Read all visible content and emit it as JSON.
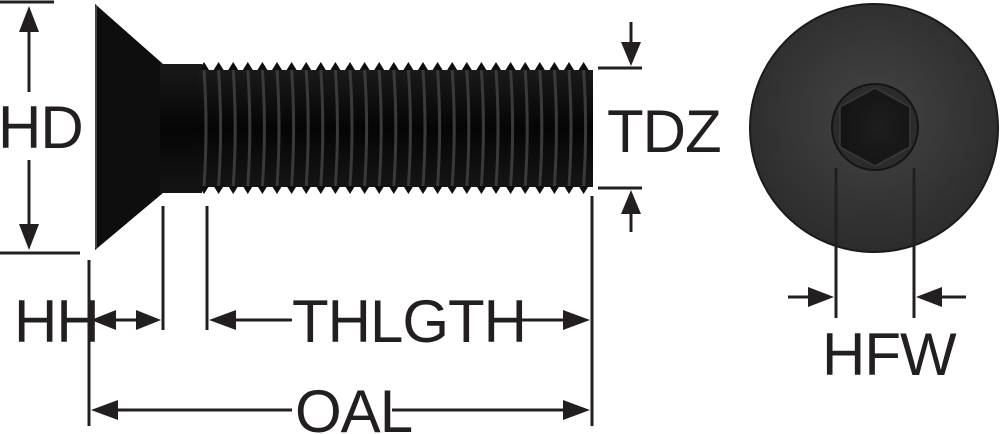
{
  "labels": {
    "hd": "HD",
    "hh": "HH",
    "thlgth": "THLGTH",
    "oal": "OAL",
    "tdz": "TDZ",
    "hfw": "HFW"
  },
  "colors": {
    "ink": "#231f20",
    "screw_body": "#0d0d0d",
    "thread_crest": "#3a3a3a",
    "head_end_face": "#383838",
    "socket": "#1a1a1a"
  },
  "icons": {
    "side_view": "flat-head-socket-cap-screw-side-view",
    "end_view": "flat-head-socket-cap-screw-end-view"
  }
}
